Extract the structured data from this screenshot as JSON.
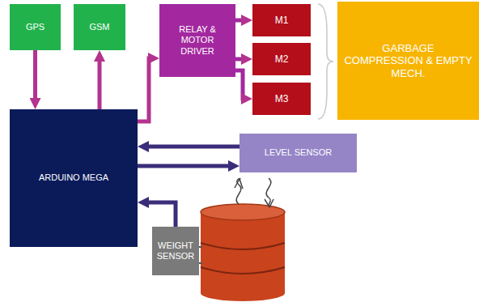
{
  "diagram": {
    "nodes": [
      {
        "text": [
          "GPS"
        ]
      },
      {
        "text": [
          "GSM"
        ]
      },
      {
        "text": [
          "RELAY & MOTOR DRIVER"
        ]
      },
      {
        "text": [
          "M1"
        ]
      },
      {
        "text": [
          "M2"
        ]
      },
      {
        "text": [
          "M3"
        ]
      },
      {
        "text": [
          "GARBAGE COMPRESSION & EMPTY MECH."
        ]
      },
      {
        "text": [
          "ARDUINO MEGA"
        ]
      },
      {
        "text": [
          "LEVEL SENSOR"
        ]
      },
      {
        "text": [
          "WEIGHT SENSOR"
        ]
      }
    ],
    "edges": [
      {
        "from": 0,
        "to": 7,
        "arrow": "to"
      },
      {
        "from": 7,
        "to": 1,
        "arrow": "to"
      },
      {
        "from": 7,
        "to": 2,
        "arrow": "to"
      },
      {
        "from": 2,
        "to": 3,
        "arrow": "to"
      },
      {
        "from": 2,
        "to": 4,
        "arrow": "to"
      },
      {
        "from": 2,
        "to": 5,
        "arrow": "to"
      },
      {
        "from": 8,
        "to": 7,
        "arrow": "to"
      },
      {
        "from": 7,
        "to": 8,
        "arrow": "to"
      },
      {
        "from": 9,
        "to": 7,
        "arrow": "to"
      }
    ]
  }
}
